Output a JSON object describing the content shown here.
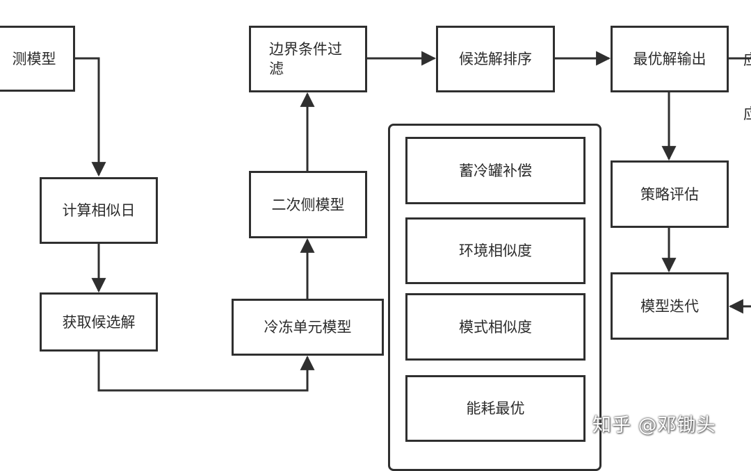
{
  "nodes": {
    "n_measure_model": "测模型",
    "n_calc_similar_day": "计算相似日",
    "n_get_candidates": "获取候选解",
    "n_freeze_unit_model": "冷冻单元模型",
    "n_secondary_model": "二次侧模型",
    "n_boundary_filter": "边界条件过滤",
    "n_candidate_sort": "候选解排序",
    "n_optimal_output": "最优解输出",
    "n_strategy_eval": "策略评估",
    "n_model_iterate": "模型迭代"
  },
  "criteria": [
    "蓄冷罐补偿",
    "环境相似度",
    "模式相似度",
    "能耗最优"
  ],
  "edge_text": {
    "top_right": "应",
    "mid_right": "应"
  },
  "watermark": "知乎 @邓锄头",
  "colors": {
    "stroke": "#2f2f2f",
    "background": "#ffffff"
  }
}
